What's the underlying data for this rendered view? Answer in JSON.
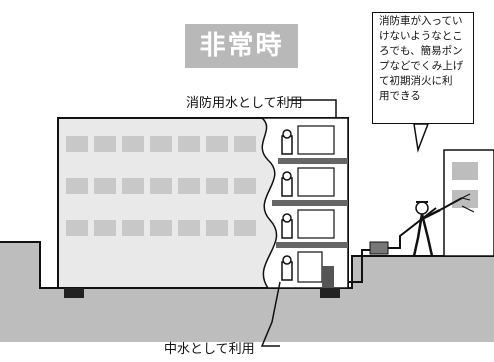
{
  "title": "非常時",
  "labels": {
    "fire_water": "消防用水として利用",
    "gray_water": "中水として利用"
  },
  "callout": "消防車が入ってい\nけないようなとこ\nろでも、簡易ポン\nプなどでくみ上げ\nて初期消火に利\n用できる",
  "colors": {
    "ground": "#bdbdbd",
    "building_front": "#e9e9e9",
    "window": "#c8c8c8",
    "title_bg": "#b8b8b8"
  }
}
